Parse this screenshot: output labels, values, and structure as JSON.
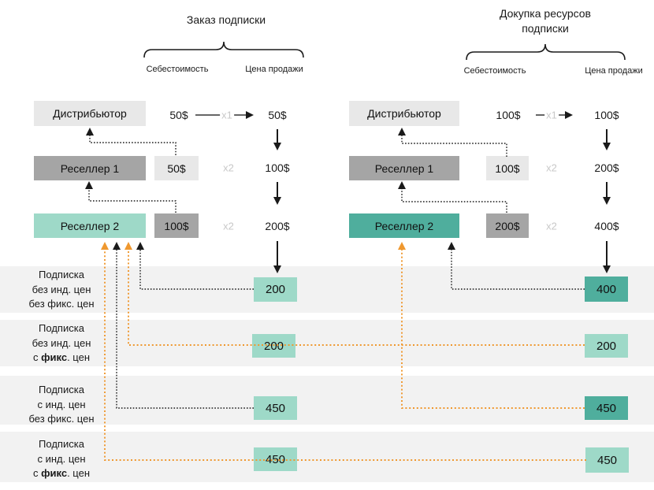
{
  "colors": {
    "light_gray_box": "#e8e8e8",
    "dark_gray_box": "#a5a5a5",
    "teal_light": "#9ed9c8",
    "teal_dark": "#4fae9d",
    "band": "#f2f2f2",
    "orange": "#ef982f",
    "ink": "#1a1a1a",
    "mult_gray": "#c8c8c8"
  },
  "left": {
    "title": "Заказ подписки",
    "cost_label": "Себестоимость",
    "price_label": "Цена продажи",
    "distributor": {
      "name": "Дистрибьютор",
      "cost": "50$",
      "mult": "x1",
      "price": "50$"
    },
    "reseller1": {
      "name": "Реселлер 1",
      "cost": "50$",
      "mult": "x2",
      "price": "100$"
    },
    "reseller2": {
      "name": "Реселлер 2",
      "cost": "100$",
      "mult": "x2",
      "price": "200$"
    }
  },
  "right": {
    "title1": "Докупка ресурсов",
    "title2": "подписки",
    "cost_label": "Себестоимость",
    "price_label": "Цена продажи",
    "distributor": {
      "name": "Дистрибьютор",
      "cost": "100$",
      "mult": "x1",
      "price": "100$"
    },
    "reseller1": {
      "name": "Реселлер 1",
      "cost": "100$",
      "mult": "x2",
      "price": "200$"
    },
    "reseller2": {
      "name": "Реселлер 2",
      "cost": "200$",
      "mult": "x2",
      "price": "400$"
    }
  },
  "rows": [
    {
      "line1": "Подписка",
      "line2": "без инд. цен",
      "line3_pre": "без фикс. цен",
      "line3_bold": "",
      "line3_post": "",
      "left_value": "200",
      "right_value": "400"
    },
    {
      "line1": "Подписка",
      "line2": "без инд. цен",
      "line3_pre": "с ",
      "line3_bold": "фикс",
      "line3_post": ". цен",
      "left_value": "200",
      "right_value": "200"
    },
    {
      "line1": "Подписка",
      "line2": "с инд. цен",
      "line3_pre": "без фикс. цен",
      "line3_bold": "",
      "line3_post": "",
      "left_value": "450",
      "right_value": "450"
    },
    {
      "line1": "Подписка",
      "line2": "с инд. цен",
      "line3_pre": "с ",
      "line3_bold": "фикс",
      "line3_post": ". цен",
      "left_value": "450",
      "right_value": "450"
    }
  ]
}
